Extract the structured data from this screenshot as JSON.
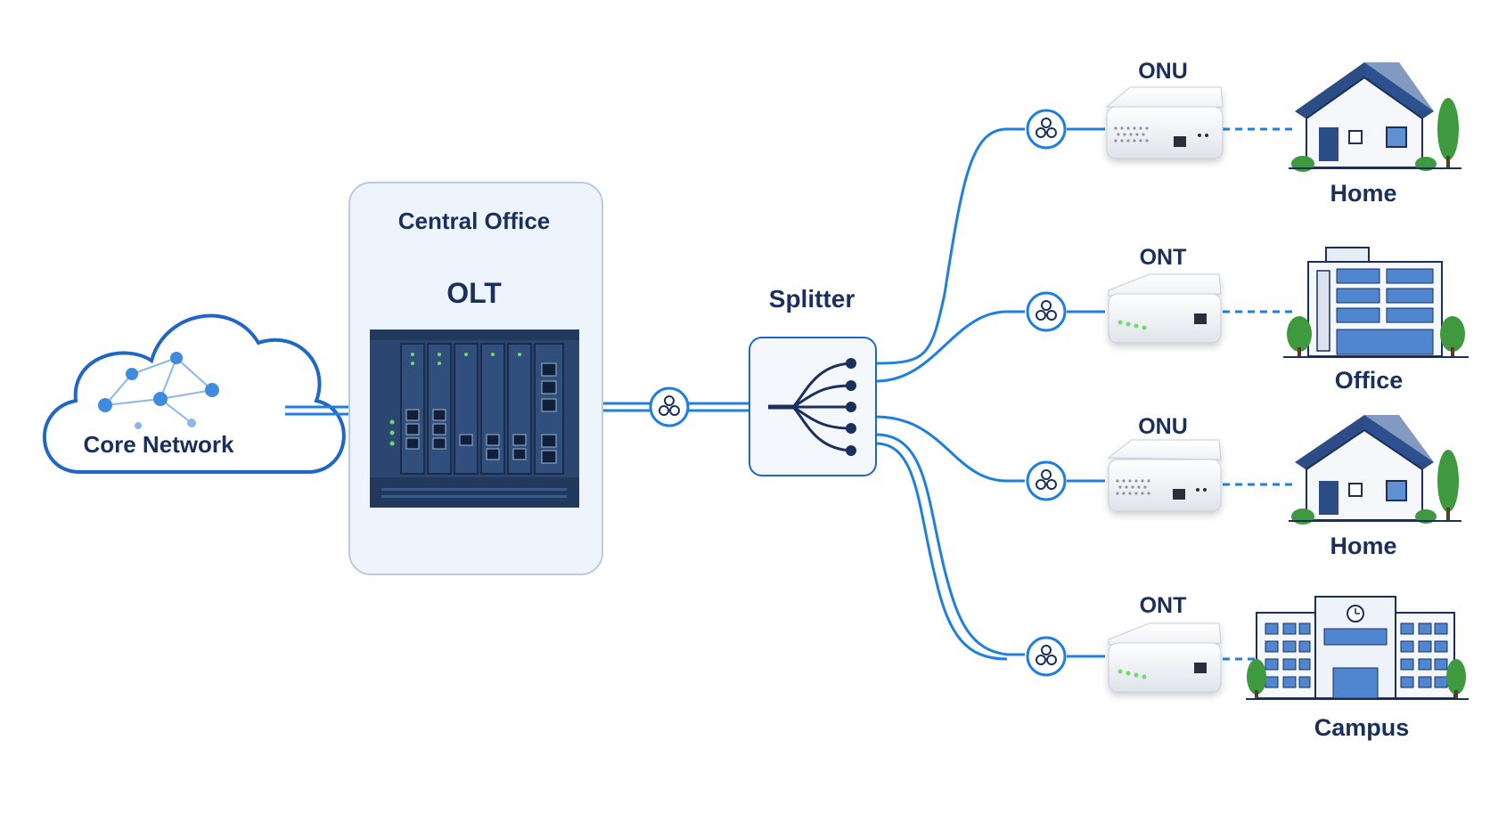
{
  "core_network": {
    "label": "Core Network"
  },
  "central_office": {
    "label": "Central Office",
    "olt_label": "OLT"
  },
  "splitter": {
    "label": "Splitter"
  },
  "endpoints": [
    {
      "device": "ONU",
      "site": "Home",
      "site_type": "house"
    },
    {
      "device": "ONT",
      "site": "Office",
      "site_type": "office"
    },
    {
      "device": "ONU",
      "site": "Home",
      "site_type": "house"
    },
    {
      "device": "ONT",
      "site": "Campus",
      "site_type": "campus"
    }
  ],
  "colors": {
    "fiber": "#1f7fe0",
    "navy": "#1b2f5c",
    "olt_body": "#2b4670",
    "panel_bg": "#eef4fb",
    "panel_border": "#b9cbe2",
    "led_green": "#6fdc6a",
    "tree_green": "#3f9a3f"
  }
}
